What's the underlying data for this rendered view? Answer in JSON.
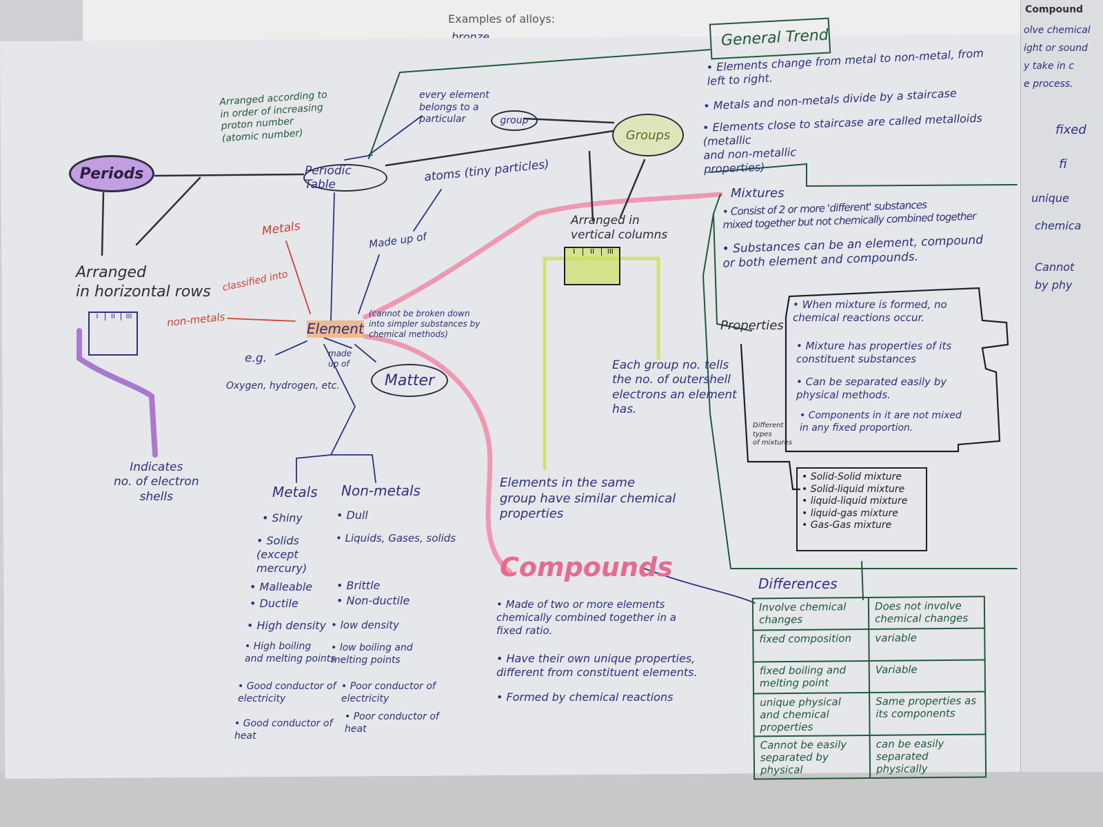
{
  "top_sheet": {
    "heading": "Examples of alloys:",
    "item": "bronze"
  },
  "right_sheet": {
    "header": "Compound",
    "lines": [
      "olve chemical",
      "ight or sound",
      "y take in c",
      "e process.",
      "fixed",
      "fi",
      "unique",
      "chemica",
      "Cannot",
      "by phy"
    ]
  },
  "nodes": {
    "periods": "Periods",
    "periodic_table": "Periodic Table",
    "groups": "Groups",
    "element": "Element",
    "matter": "Matter",
    "compounds": "Compounds",
    "mixtures": "Mixtures",
    "general_trend": "General Trend",
    "group": "group",
    "properties": "Properties",
    "differences": "Differences"
  },
  "labels": {
    "arranged_order": "Arranged according to\nin order of increasing\nproton number\n(atomic number)",
    "every_element": "every element\nbelongs to a\nparticular",
    "atoms": "atoms (tiny particles)",
    "made_up_of": "Made up of",
    "metals_red": "Metals",
    "classified_into": "classified into",
    "non_metals_red": "non-metals",
    "element_def": "(cannot be broken down\ninto simpler substances by\nchemical methods)",
    "eg": "e.g.",
    "examples": "Oxygen, hydrogen, etc.",
    "made_up_of_2": "made\nup of",
    "arranged_rows": "Arranged\nin horizontal rows",
    "indicates": "Indicates\nno. of electron\nshells",
    "arranged_columns": "Arranged in\nvertical columns",
    "group_no": "Each group no. tells\nthe no. of outershell\nelectrons an element\nhas.",
    "same_group": "Elements in the same\ngroup have similar chemical\nproperties",
    "different_types": "Different\ntypes\nof mixtures",
    "table_header_cols": [
      "I",
      "II",
      "III"
    ]
  },
  "general_trend_points": [
    "• Elements change from metal to non-metal, from\n  left to right.",
    "• Metals and non-metals divide by a staircase",
    "• Elements close to staircase are called metalloids\n(metallic\nand non-metallic\nproperties)"
  ],
  "metals": {
    "title": "Metals",
    "points": [
      "• Shiny",
      "• Solids\n(except\nmercury)",
      "• Malleable",
      "• Ductile",
      "• High density",
      "• High boiling\nand melting points",
      "• Good conductor of\nelectricity",
      "• Good conductor of\nheat"
    ]
  },
  "non_metals": {
    "title": "Non-metals",
    "points": [
      "• Dull",
      "• Liquids, Gases, solids",
      "• Brittle",
      "• Non-ductile",
      "• low density",
      "• low boiling and\nmelting points",
      "• Poor conductor of\nelectricity",
      "• Poor conductor of\nheat"
    ]
  },
  "compounds_points": [
    "• Made of two or more elements\nchemically combined together in a\nfixed ratio.",
    "• Have their own unique properties,\ndifferent from constituent elements.",
    "• Formed by chemical reactions"
  ],
  "mixtures_points": [
    "• Consist of 2 or more 'different' substances\nmixed together but not chemically combined together",
    "• Substances can be an element, compound\nor both element and compounds."
  ],
  "properties_points": [
    "• When mixture is formed, no\nchemical reactions occur.",
    "• Mixture has properties of its\nconstituent substances",
    "• Can be separated easily by\nphysical methods.",
    "• Components in it are not mixed\nin any fixed proportion."
  ],
  "mixture_types": [
    "• Solid-Solid mixture",
    "• Solid-liquid mixture",
    "• liquid-liquid mixture",
    "• liquid-gas mixture",
    "• Gas-Gas mixture"
  ],
  "differences_table": [
    [
      "Involve chemical changes",
      "Does not involve chemical changes"
    ],
    [
      "fixed composition",
      "variable"
    ],
    [
      "fixed boiling and melting point",
      "Variable"
    ],
    [
      "unique physical and chemical properties",
      "Same properties as its components"
    ],
    [
      "Cannot be easily separated by physical",
      "can be easily separated physically"
    ]
  ],
  "colors": {
    "blue_ink": "#2b3180",
    "green_ink": "#1e5a38",
    "red_ink": "#cc4034",
    "pink_highlighter": "#f08aa8",
    "purple_highlighter": "#9a5cc8",
    "orange_highlighter": "#f5aa6e",
    "yellow_highlighter": "#cde164"
  }
}
